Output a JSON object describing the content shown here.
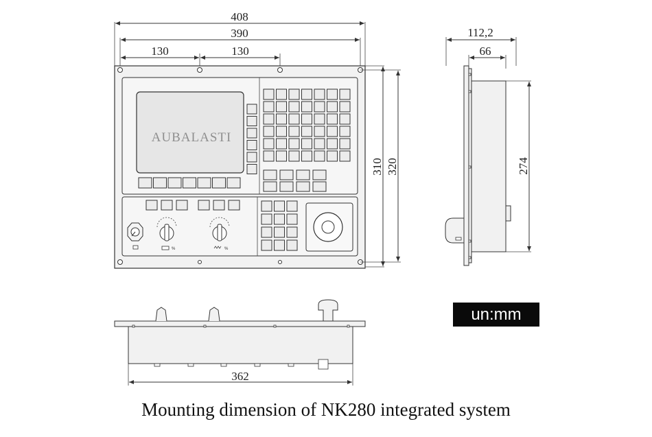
{
  "front_view": {
    "dim_overall_width": "408",
    "dim_hole_span": "390",
    "dim_left_pitch": "130",
    "dim_right_pitch": "130",
    "dim_inner_height": "310",
    "dim_outer_height": "320",
    "screen_brand": "AUBALASTI"
  },
  "side_view": {
    "dim_total_depth": "112,2",
    "dim_body_depth": "66",
    "dim_body_height": "274"
  },
  "bottom_view": {
    "dim_body_width": "362"
  },
  "unit_label": "un:mm",
  "caption": "Mounting dimension of NK280 integrated system"
}
